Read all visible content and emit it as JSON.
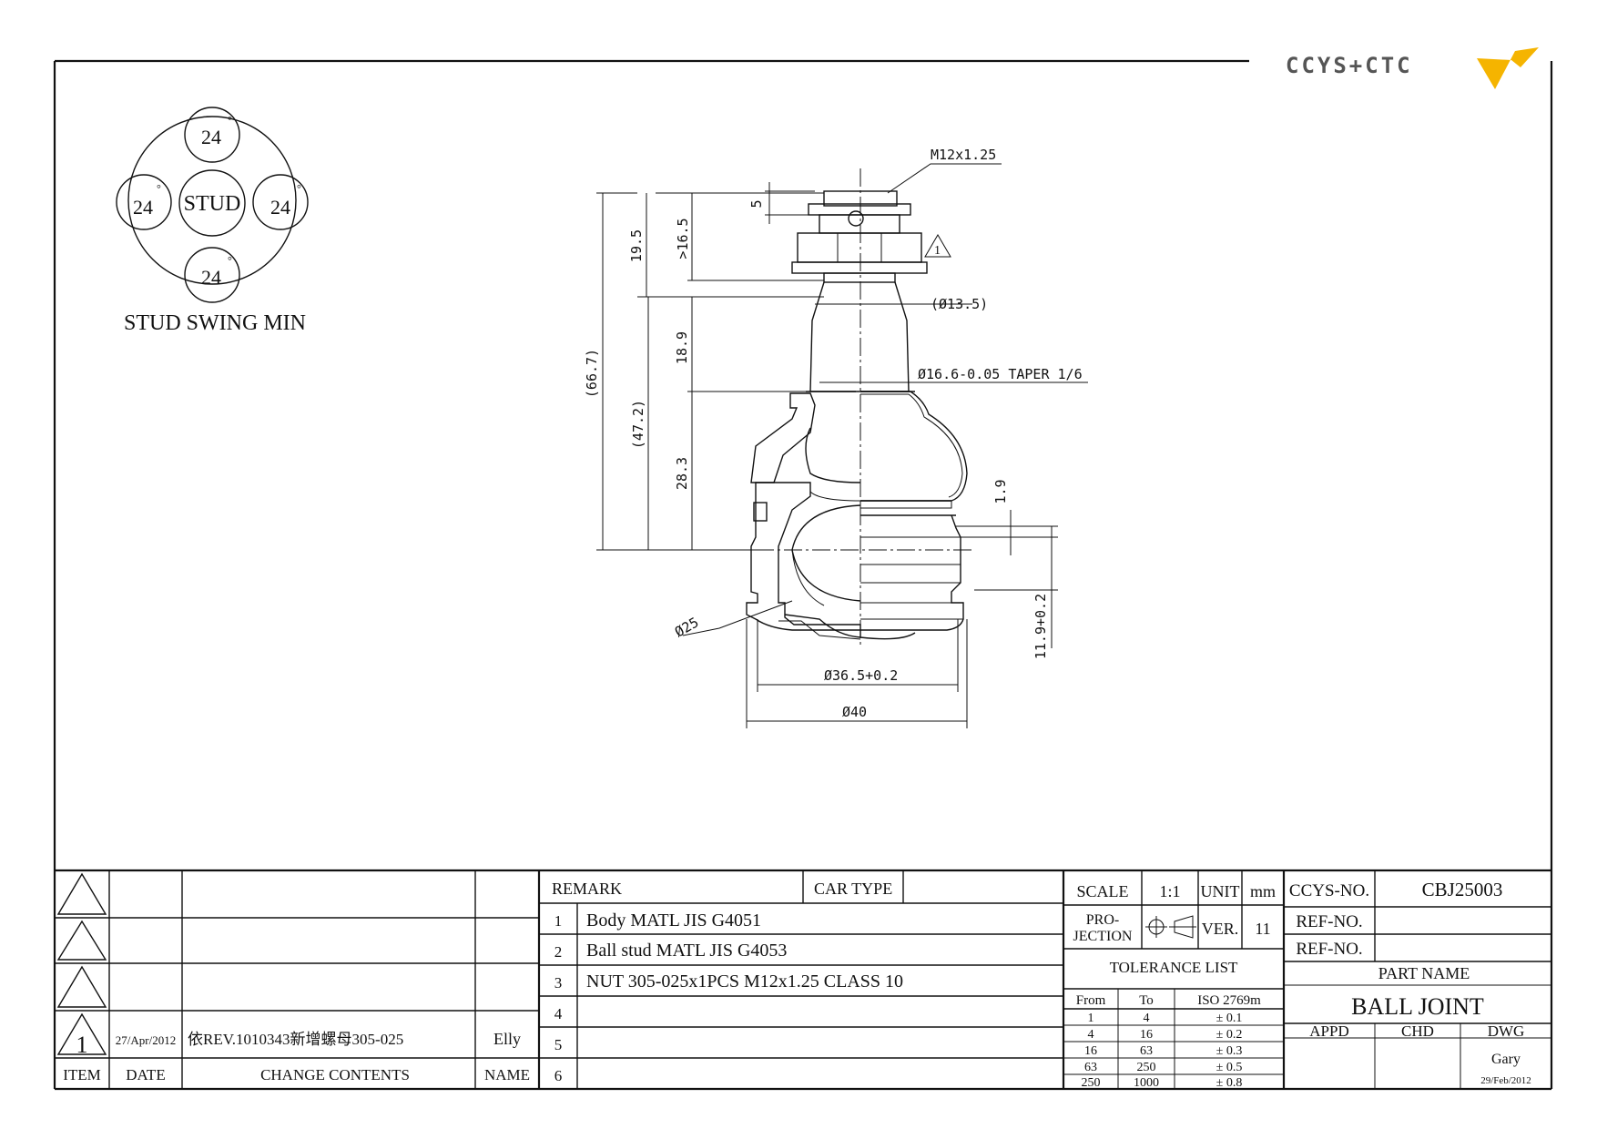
{
  "logo": {
    "text": "CCYS+CTC",
    "accent": "#f5b400",
    "color": "#555555"
  },
  "swing": {
    "title": "STUD SWING MIN",
    "center": "STUD",
    "top": "24",
    "left": "24",
    "right": "24",
    "bottom": "24",
    "degree_symbol": "°"
  },
  "dims": {
    "thread": "M12x1.25",
    "d5": "5",
    "d19_5": "19.5",
    "d16_5": ">16.5",
    "d13_5": "(Ø13.5)",
    "d66_7": "(66.7)",
    "d47_2": "(47.2)",
    "d18_9": "18.9",
    "taper": "Ø16.6-0.05 TAPER 1/6",
    "d28_3": "28.3",
    "d1_9": "1.9",
    "d11_9": "11.9+0.2",
    "d25": "Ø25",
    "d36_5": "Ø36.5+0.2",
    "d40": "Ø40",
    "rev_marker": "1"
  },
  "revision": {
    "headers": {
      "item": "ITEM",
      "date": "DATE",
      "contents": "CHANGE CONTENTS",
      "name": "NAME"
    },
    "row4": {
      "item": "1",
      "date": "27/Apr/2012",
      "contents": "依REV.1010343新增螺母305-025",
      "name": "Elly"
    }
  },
  "remark": {
    "label": "REMARK",
    "car_type": "CAR TYPE",
    "items": [
      {
        "no": "1",
        "text": "Body MATL JIS G4051"
      },
      {
        "no": "2",
        "text": "Ball stud MATL JIS G4053"
      },
      {
        "no": "3",
        "text": "NUT 305-025x1PCS M12x1.25 CLASS 10"
      },
      {
        "no": "4",
        "text": ""
      },
      {
        "no": "5",
        "text": ""
      },
      {
        "no": "6",
        "text": ""
      }
    ]
  },
  "scale": {
    "label": "SCALE",
    "value": "1:1",
    "unit_label": "UNIT",
    "unit": "mm"
  },
  "projection": {
    "label1": "PRO-",
    "label2": "JECTION",
    "ver_label": "VER.",
    "ver": "11"
  },
  "tolerance": {
    "title": "TOLERANCE LIST",
    "headers": [
      "From",
      "To",
      "ISO 2769m"
    ],
    "rows": [
      [
        "1",
        "4",
        "± 0.1"
      ],
      [
        "4",
        "16",
        "± 0.2"
      ],
      [
        "16",
        "63",
        "± 0.3"
      ],
      [
        "63",
        "250",
        "± 0.5"
      ],
      [
        "250",
        "1000",
        "± 0.8"
      ]
    ]
  },
  "titleblock": {
    "ccys_label": "CCYS-NO.",
    "ccys": "CBJ25003",
    "ref1_label": "REF-NO.",
    "ref2_label": "REF-NO.",
    "part_name_label": "PART NAME",
    "part_name": "BALL JOINT",
    "appd": "APPD",
    "chd": "CHD",
    "dwg": "DWG",
    "drawn_by": "Gary",
    "drawn_date": "29/Feb/2012"
  }
}
